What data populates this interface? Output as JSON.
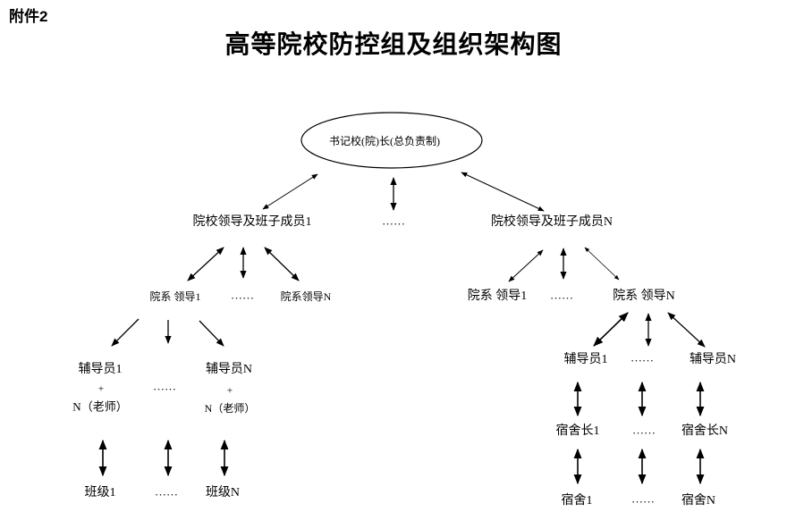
{
  "annex_label": "附件2",
  "title": "高等院校防控组及组织架构图",
  "nodes": {
    "root": "书记校(院)长(总负责制)",
    "lead_1": "院校领导及班子成员1",
    "lead_mid": "……",
    "lead_n": "院校领导及班子成员N",
    "dept_l1": "院系 领导1",
    "dept_l_mid": "……",
    "dept_ln": "院系领导N",
    "dept_r1": "院系 领导1",
    "dept_r_mid": "……",
    "dept_rn": "院系 领导N",
    "counselor_l1": "辅导员1",
    "counselor_l1_plus": "+",
    "counselor_l1_teacher": "N（老师）",
    "counselor_l_mid": "……",
    "counselor_ln": "辅导员N",
    "counselor_ln_plus": "+",
    "counselor_ln_teacher": "N（老师）",
    "counselor_r1": "辅导员1",
    "counselor_r_mid": "……",
    "counselor_rn": "辅导员N",
    "class_1": "班级1",
    "class_mid": "……",
    "class_n": "班级N",
    "dormhead_1": "宿舍长1",
    "dormhead_mid": "……",
    "dormhead_n": "宿舍长N",
    "dorm_1": "宿舍1",
    "dorm_mid": "……",
    "dorm_n": "宿舍N"
  }
}
